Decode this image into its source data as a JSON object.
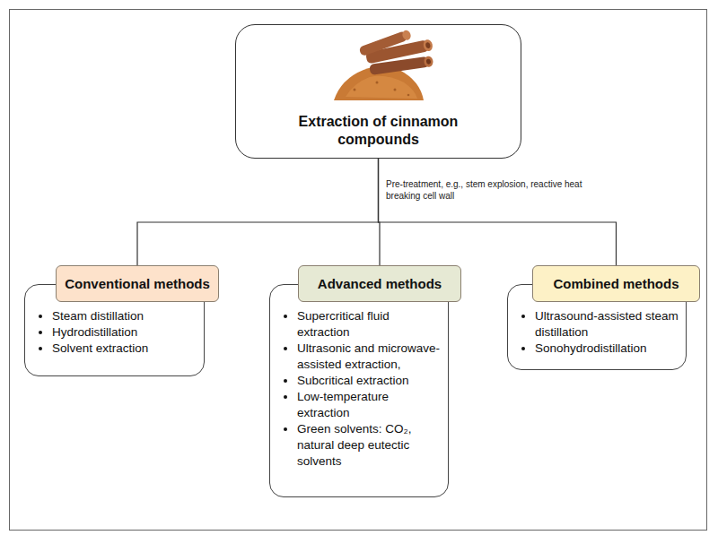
{
  "diagram": {
    "nodes": [
      {
        "text": [
          "Extraction of cinnamon compounds"
        ]
      },
      {
        "text": [
          "Conventional methods",
          "Steam distillation",
          "Hydrodistillation",
          "Solvent extraction"
        ]
      },
      {
        "text": [
          "Advanced methods",
          "Supercritical fluid extraction",
          "Ultrasonic and microwave-assisted extraction,",
          "Subcritical extraction",
          "Low-temperature extraction",
          "Green solvents: CO₂, natural deep eutectic solvents"
        ]
      },
      {
        "text": [
          "Combined methods",
          "Ultrasound-assisted steam distillation",
          "Sonohydrodistillation"
        ]
      }
    ],
    "edges": [
      {
        "from": 0,
        "to": 1,
        "arrow": "none"
      },
      {
        "from": 0,
        "to": 2,
        "arrow": "none"
      },
      {
        "from": 0,
        "to": 3,
        "arrow": "none"
      }
    ],
    "labels": [
      "Pre-treatment, e.g., stem explosion, reactive heat breaking cell wall"
    ]
  }
}
